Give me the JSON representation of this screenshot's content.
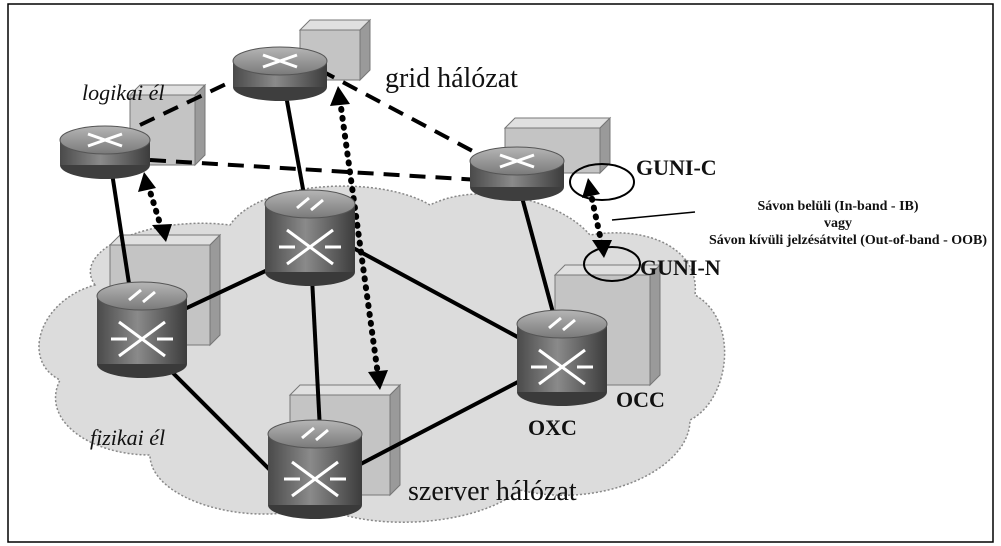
{
  "labels": {
    "grid_network": "grid hálózat",
    "logical_edge": "logikai él",
    "physical_edge": "fizikai él",
    "server_network": "szerver hálózat",
    "guni_c": "GUNI-C",
    "guni_n": "GUNI-N",
    "oxc": "OXC",
    "occ": "OCC",
    "signaling_line1": "Sávon belüli (In-band - IB)",
    "signaling_line2": "vagy",
    "signaling_line3": "Sávon kívüli jelzésátvitel (Out-of-band - OOB)"
  },
  "icons": {
    "router": "router-icon",
    "optical_switch": "optical-cross-connect-icon",
    "server_box": "server-box-icon"
  },
  "colors": {
    "cloud_fill": "#dcdcdc",
    "device_dark": "#6e6e6e",
    "device_light": "#a8a8a8",
    "box_fill": "#c4c4c4",
    "line": "#000000"
  }
}
